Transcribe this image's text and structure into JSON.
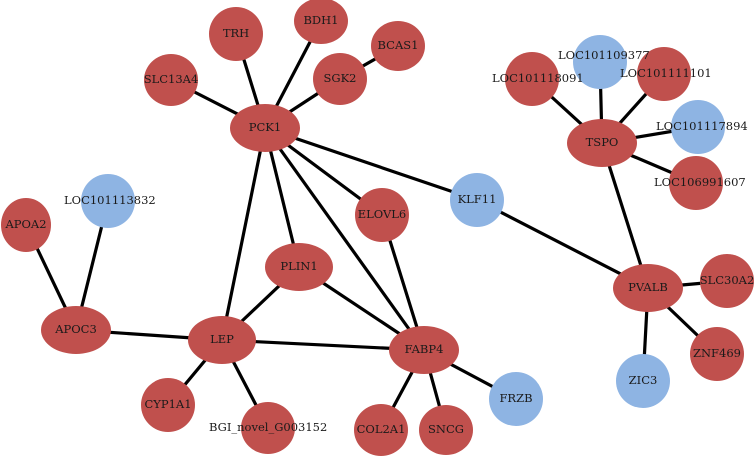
{
  "colors": {
    "up": "#c0504d",
    "down": "#8eb4e3",
    "edge": "#000000"
  },
  "nodes": [
    {
      "id": "PCK1",
      "label": "PCK1",
      "color": "up"
    },
    {
      "id": "TRH",
      "label": "TRH",
      "color": "up"
    },
    {
      "id": "BDH1",
      "label": "BDH1",
      "color": "up"
    },
    {
      "id": "BCAS1",
      "label": "BCAS1",
      "color": "up"
    },
    {
      "id": "SGK2",
      "label": "SGK2",
      "color": "up"
    },
    {
      "id": "SLC13A4",
      "label": "SLC13A4",
      "color": "up"
    },
    {
      "id": "ELOVL6",
      "label": "ELOVL6",
      "color": "up"
    },
    {
      "id": "PLIN1",
      "label": "PLIN1",
      "color": "up"
    },
    {
      "id": "LEP",
      "label": "LEP",
      "color": "up"
    },
    {
      "id": "FABP4",
      "label": "FABP4",
      "color": "up"
    },
    {
      "id": "APOC3",
      "label": "APOC3",
      "color": "up"
    },
    {
      "id": "APOA2",
      "label": "APOA2",
      "color": "up"
    },
    {
      "id": "LOC101113832",
      "label": "LOC101113832",
      "color": "down"
    },
    {
      "id": "CYP1A1",
      "label": "CYP1A1",
      "color": "up"
    },
    {
      "id": "BGI_novel_G003152",
      "label": "BGI_novel_G003152",
      "color": "up"
    },
    {
      "id": "COL2A1",
      "label": "COL2A1",
      "color": "up"
    },
    {
      "id": "SNCG",
      "label": "SNCG",
      "color": "up"
    },
    {
      "id": "FRZB",
      "label": "FRZB",
      "color": "down"
    },
    {
      "id": "KLF11",
      "label": "KLF11",
      "color": "down"
    },
    {
      "id": "TSPO",
      "label": "TSPO",
      "color": "up"
    },
    {
      "id": "LOC101109377",
      "label": "LOC101109377",
      "color": "down"
    },
    {
      "id": "LOC101118091",
      "label": "LOC101118091",
      "color": "up"
    },
    {
      "id": "LOC101111101",
      "label": "LOC101111101",
      "color": "up"
    },
    {
      "id": "LOC101117894",
      "label": "LOC101117894",
      "color": "down"
    },
    {
      "id": "LOC106991607",
      "label": "LOC106991607",
      "color": "up"
    },
    {
      "id": "PVALB",
      "label": "PVALB",
      "color": "up"
    },
    {
      "id": "SLC30A2",
      "label": "SLC30A2",
      "color": "up"
    },
    {
      "id": "ZNF469",
      "label": "ZNF469",
      "color": "up"
    },
    {
      "id": "ZIC3",
      "label": "ZIC3",
      "color": "down"
    }
  ],
  "edges": [
    [
      "PCK1",
      "TRH"
    ],
    [
      "PCK1",
      "BDH1"
    ],
    [
      "PCK1",
      "SGK2"
    ],
    [
      "SGK2",
      "BCAS1"
    ],
    [
      "PCK1",
      "SLC13A4"
    ],
    [
      "PCK1",
      "ELOVL6"
    ],
    [
      "PCK1",
      "PLIN1"
    ],
    [
      "PCK1",
      "LEP"
    ],
    [
      "PCK1",
      "FABP4"
    ],
    [
      "PCK1",
      "KLF11"
    ],
    [
      "ELOVL6",
      "FABP4"
    ],
    [
      "PLIN1",
      "LEP"
    ],
    [
      "PLIN1",
      "FABP4"
    ],
    [
      "LEP",
      "FABP4"
    ],
    [
      "LEP",
      "APOC3"
    ],
    [
      "LEP",
      "CYP1A1"
    ],
    [
      "LEP",
      "BGI_novel_G003152"
    ],
    [
      "FABP4",
      "COL2A1"
    ],
    [
      "FABP4",
      "SNCG"
    ],
    [
      "FABP4",
      "FRZB"
    ],
    [
      "APOC3",
      "APOA2"
    ],
    [
      "APOC3",
      "LOC101113832"
    ],
    [
      "KLF11",
      "PVALB"
    ],
    [
      "PVALB",
      "TSPO"
    ],
    [
      "PVALB",
      "SLC30A2"
    ],
    [
      "PVALB",
      "ZNF469"
    ],
    [
      "PVALB",
      "ZIC3"
    ],
    [
      "TSPO",
      "LOC101109377"
    ],
    [
      "TSPO",
      "LOC101118091"
    ],
    [
      "TSPO",
      "LOC101111101"
    ],
    [
      "TSPO",
      "LOC101117894"
    ],
    [
      "TSPO",
      "LOC106991607"
    ]
  ]
}
